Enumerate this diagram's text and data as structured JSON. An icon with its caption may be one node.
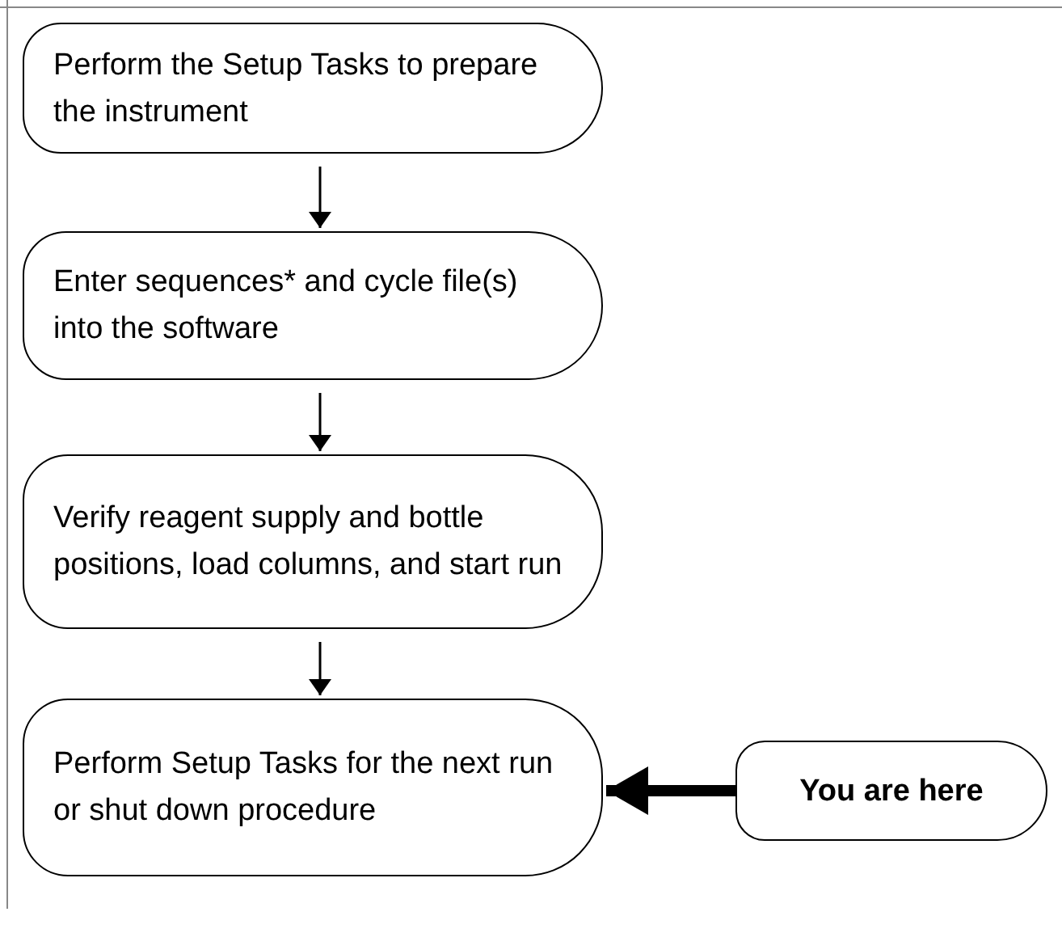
{
  "diagram": {
    "nodes": [
      {
        "text": [
          "Perform the Setup Tasks to prepare the instrument"
        ]
      },
      {
        "text": [
          "Enter sequences* and cycle file(s) into the software"
        ]
      },
      {
        "text": [
          "Verify reagent supply and bottle positions, load columns, and start run"
        ]
      },
      {
        "text": [
          "Perform Setup Tasks for the next run or shut down procedure"
        ]
      },
      {
        "text": [
          "You are here"
        ]
      }
    ],
    "edges": [
      {
        "from": 0,
        "to": 1,
        "arrow": "to"
      },
      {
        "from": 1,
        "to": 2,
        "arrow": "to"
      },
      {
        "from": 2,
        "to": 3,
        "arrow": "to"
      },
      {
        "from": 4,
        "to": 3,
        "arrow": "to",
        "style": "thick"
      }
    ]
  }
}
